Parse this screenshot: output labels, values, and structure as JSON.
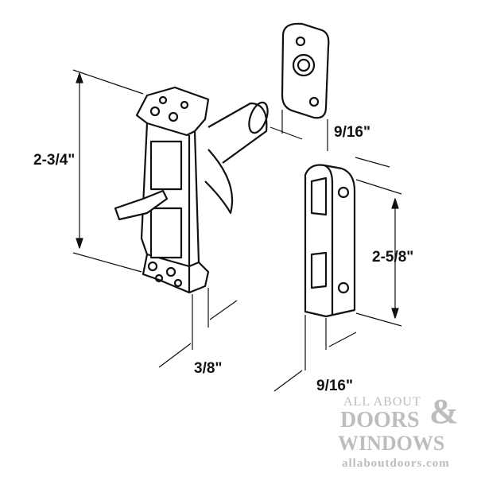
{
  "dimensions": {
    "latch_height": "2-3/4\"",
    "strike_width": "9/16\"",
    "keeper_height": "2-5/8\"",
    "latch_depth": "3/8\"",
    "keeper_width": "9/16\""
  },
  "watermark": {
    "line1": "ALL ABOUT",
    "line2": "DOORS",
    "ampersand": "&",
    "line3": "WINDOWS",
    "url": "allaboutdoors.com"
  },
  "colors": {
    "line": "#111111",
    "watermark": "#bdbdbd"
  }
}
